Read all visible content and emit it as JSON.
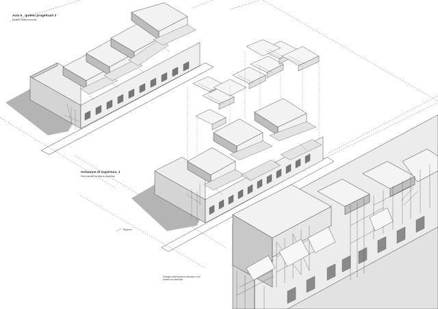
{
  "sheet": {
    "block1_title": "Aula 6_ Ipotesi progettuali 3",
    "block1_subtitle": "Modello tridimensionale",
    "block2_title": "Soluzione di Copertura_1",
    "block2_subtitle": "Shed estratti su tutta la superficie",
    "side_label": "Brighton",
    "detail_caption_1": "Dettaglio della struttura reticolare e del",
    "detail_caption_2": "sistema di shed/tutto"
  },
  "colors": {
    "paper": "#ffffff",
    "roof_face": "#f0f0f0",
    "wall_light": "#d8d8d8",
    "wall_dark": "#9a9a9a",
    "shadow": "#b4b4b4",
    "line": "#333333"
  }
}
